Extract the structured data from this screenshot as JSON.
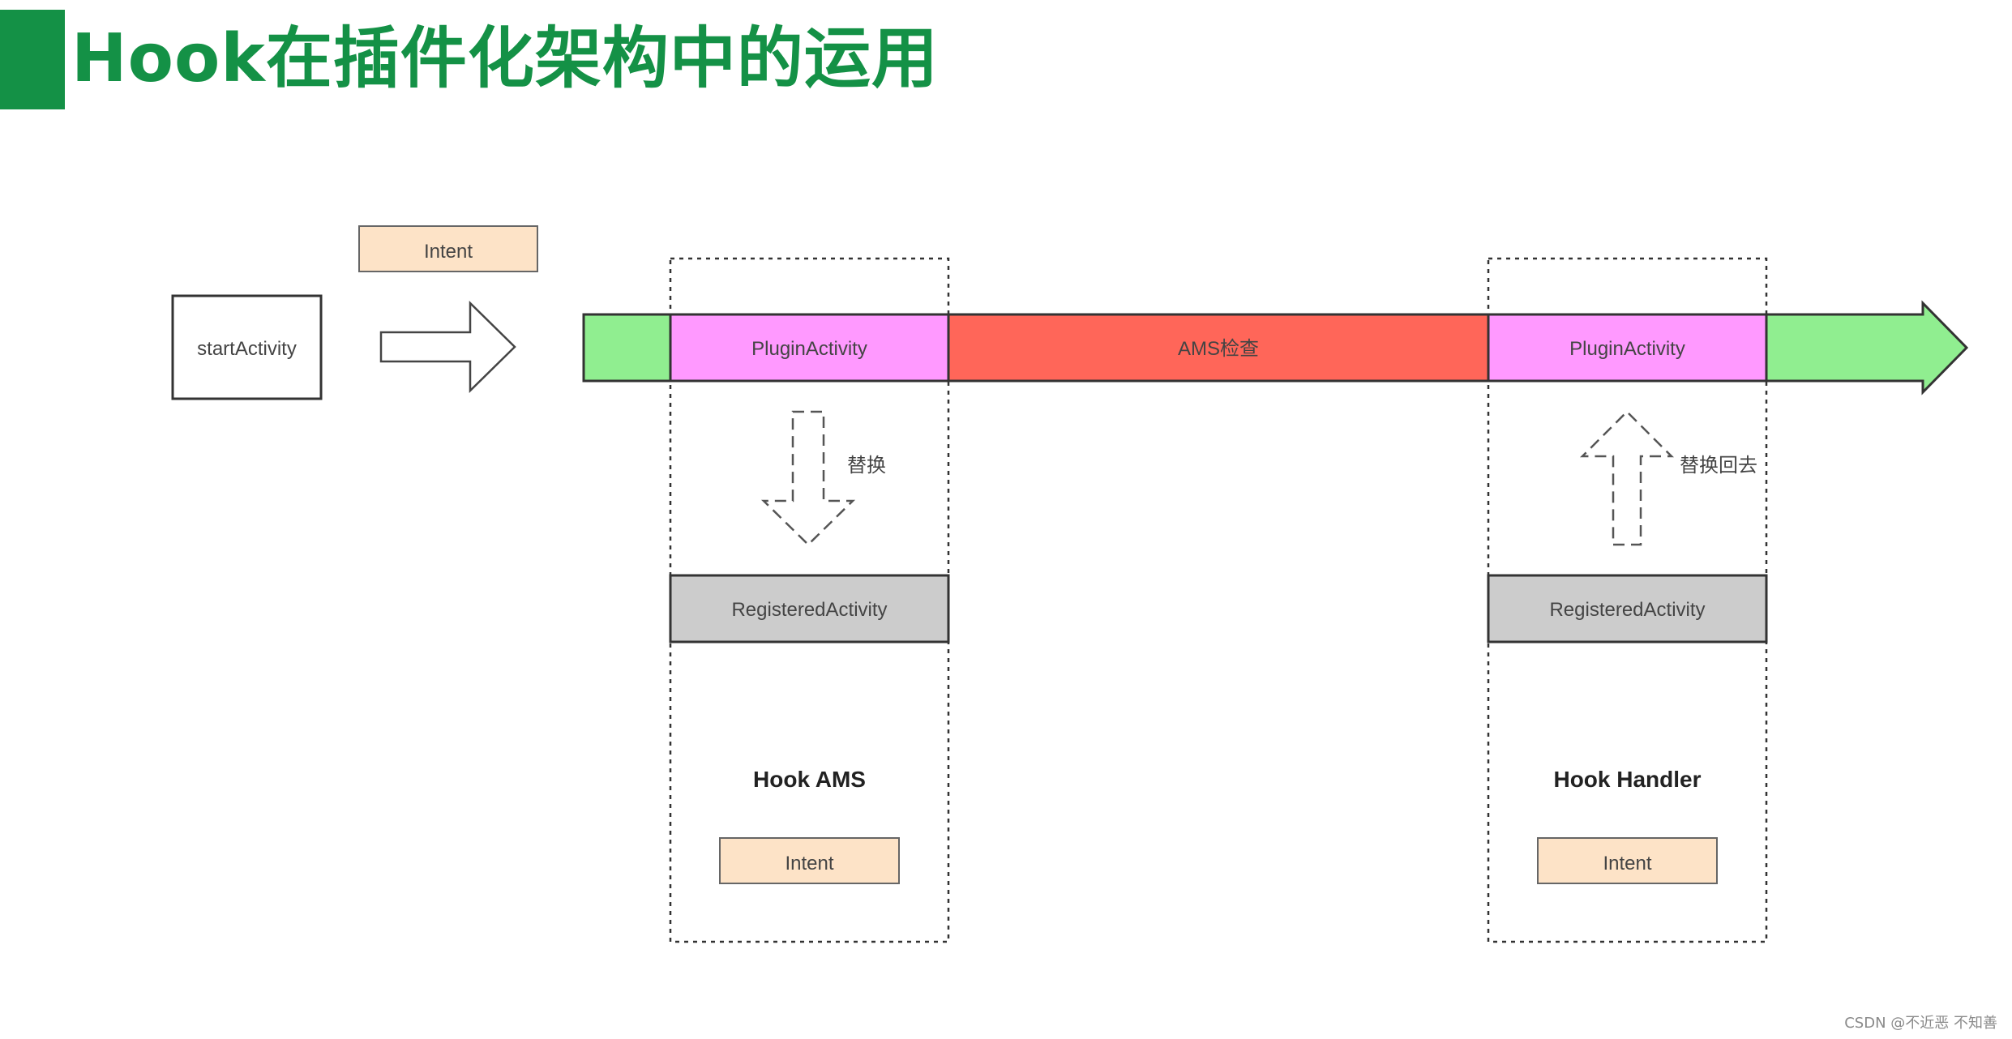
{
  "header": {
    "title": "Hook在插件化架构中的运用",
    "accent_color": "#149146"
  },
  "diagram": {
    "start_box_label": "startActivity",
    "intent_top_label": "Intent",
    "bar_segments": [
      {
        "label": "",
        "color": "#90ee90"
      },
      {
        "label": "PluginActivity",
        "color": "#ff99ff"
      },
      {
        "label": "AMS检查",
        "color": "#ff6659"
      },
      {
        "label": "PluginActivity",
        "color": "#ff99ff"
      },
      {
        "label": "",
        "color": "#90ee90"
      }
    ],
    "left_group": {
      "arrow_label": "替换",
      "registered_label": "RegisteredActivity",
      "hook_label": "Hook AMS",
      "intent_label": "Intent"
    },
    "right_group": {
      "arrow_label": "替换回去",
      "registered_label": "RegisteredActivity",
      "hook_label": "Hook Handler",
      "intent_label": "Intent"
    },
    "colors": {
      "intent_fill": "#fde3c7",
      "registered_fill": "#cccccc",
      "plugin_fill": "#ff99ff",
      "ams_fill": "#ff6659",
      "green_fill": "#90ee90"
    }
  },
  "watermark": "CSDN @不近恶 不知善"
}
